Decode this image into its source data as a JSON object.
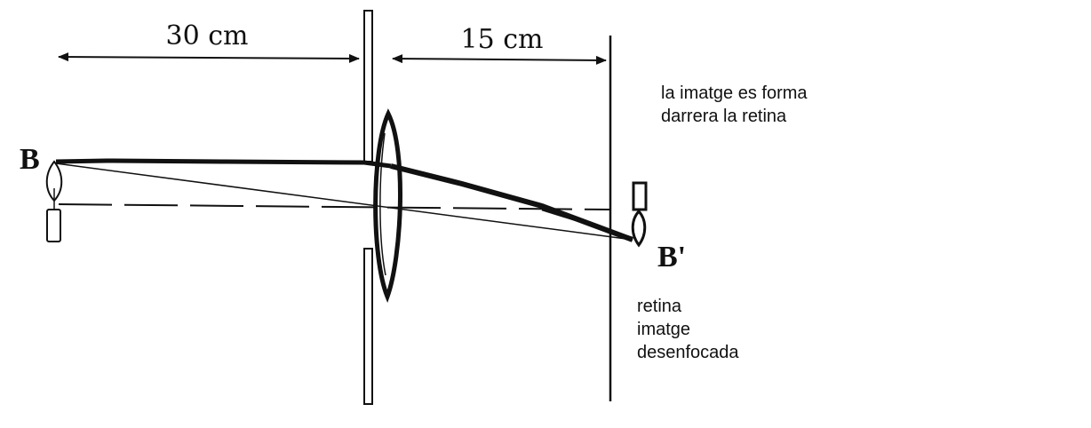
{
  "distances": {
    "object_to_lens": "30 cm",
    "lens_to_retina": "15 cm"
  },
  "points": {
    "object": "B",
    "image": "B'"
  },
  "notes": {
    "top": [
      "la imatge es forma",
      "darrera la retina"
    ],
    "bottom": [
      "retina",
      "imatge",
      "desenfocada"
    ]
  },
  "colors": {
    "ink": "#111111",
    "background": "#ffffff"
  }
}
